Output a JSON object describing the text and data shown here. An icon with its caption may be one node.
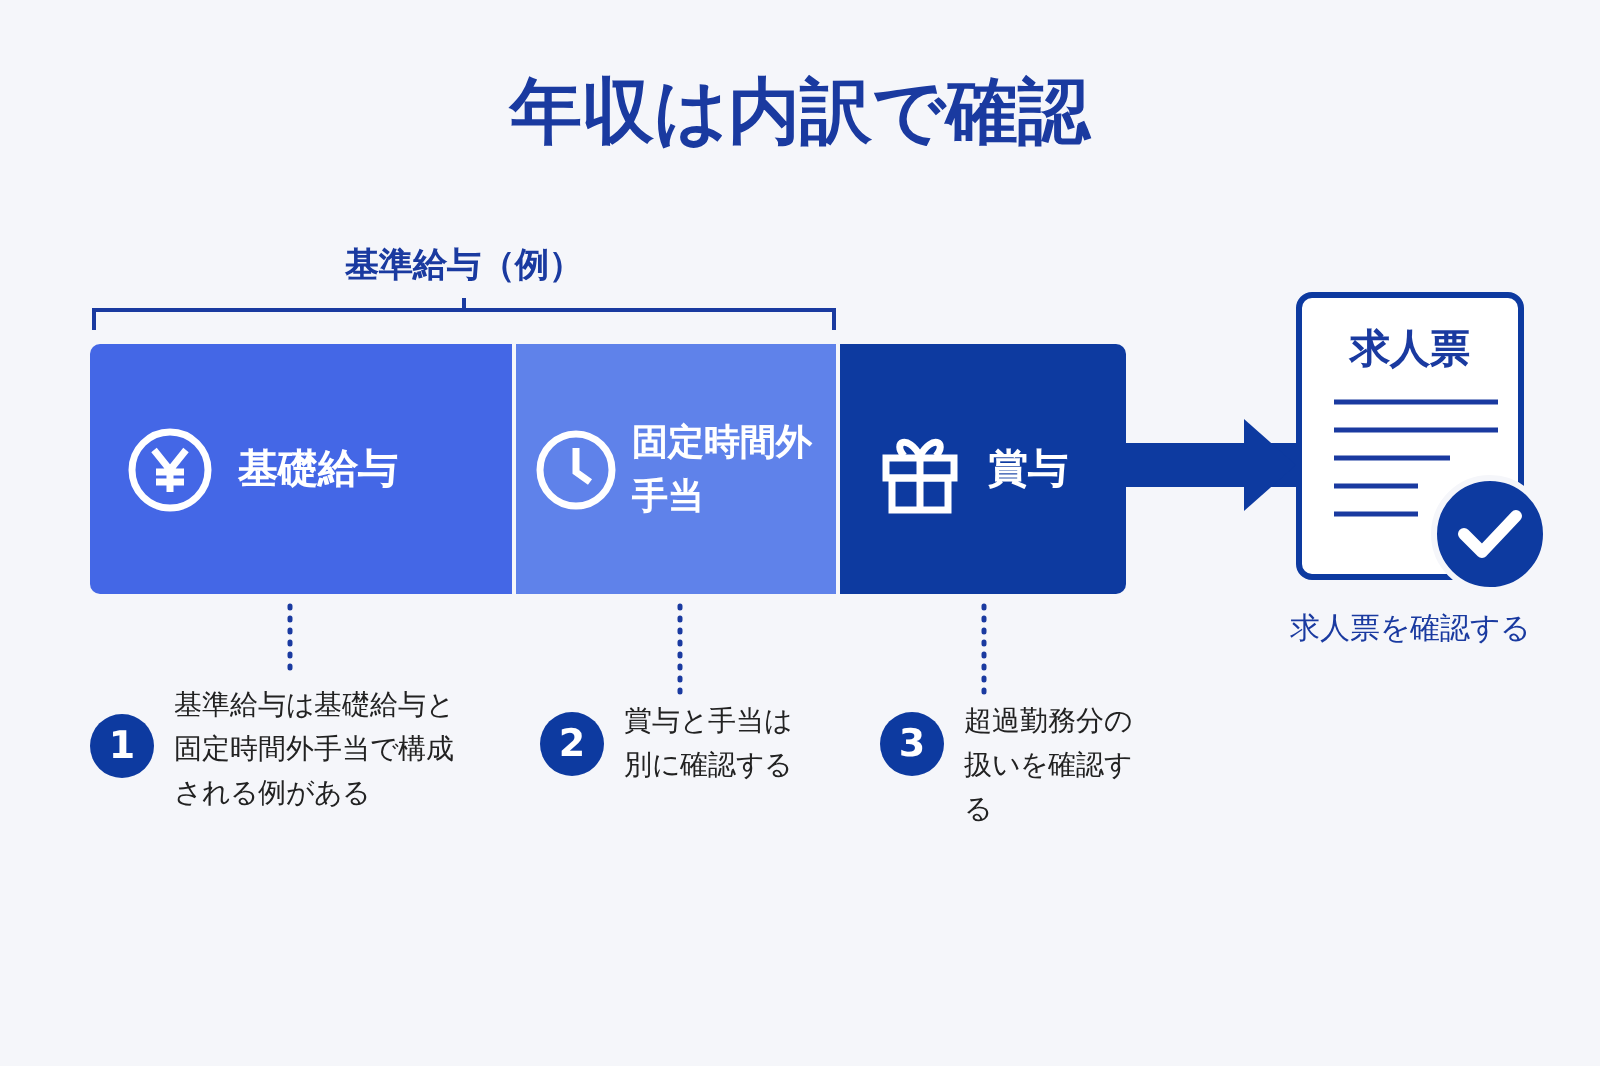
{
  "diagram": {
    "title": "年収は内訳で確認",
    "nodes": [
      {
        "text": [
          "基礎給与"
        ]
      },
      {
        "text": [
          "固定時間外手当"
        ]
      },
      {
        "text": [
          "賞与"
        ]
      },
      {
        "text": [
          "1",
          "基準給与は基礎給与と固定時間外手当で構成される例がある"
        ]
      },
      {
        "text": [
          "2",
          "賞与と手当は別に確認する"
        ]
      },
      {
        "text": [
          "3",
          "超過勤務分の扱いを確認する"
        ]
      },
      {
        "text": [
          "求人票"
        ],
        "beside": [
          "求人票を確認する"
        ]
      }
    ],
    "edges": [
      {
        "from": 0,
        "to": 3,
        "arrow": "none",
        "style": "dashed"
      },
      {
        "from": 1,
        "to": 4,
        "arrow": "none",
        "style": "dashed"
      },
      {
        "from": 2,
        "to": 5,
        "arrow": "none",
        "style": "dashed"
      },
      {
        "from": 2,
        "to": 6,
        "arrow": "to",
        "style": "thick"
      }
    ],
    "labels": [
      "基準給与（例）"
    ]
  }
}
